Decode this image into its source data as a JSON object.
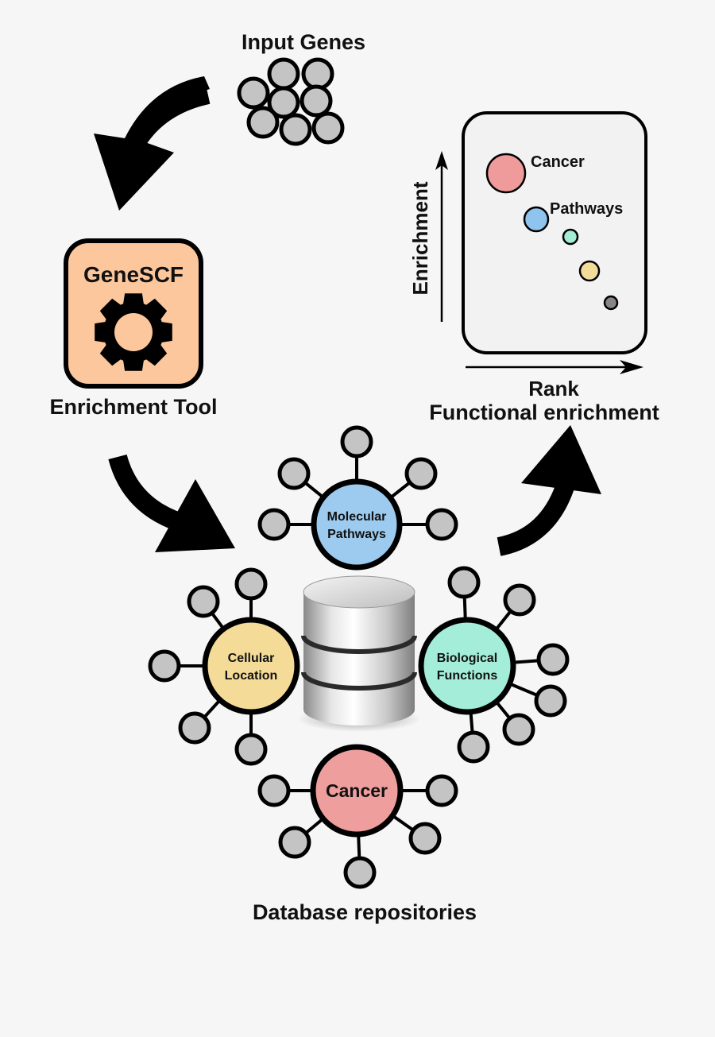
{
  "input": {
    "title": "Input Genes"
  },
  "tool": {
    "name": "GeneSCF",
    "caption": "Enrichment Tool"
  },
  "plot": {
    "ylabel": "Enrichment",
    "xlabel": "Rank",
    "caption": "Functional enrichment",
    "points": [
      {
        "label": "Cancer",
        "color": "#ef9b9b"
      },
      {
        "label": "Pathways",
        "color": "#8fc4ee"
      },
      {
        "label": "",
        "color": "#a3ecd6"
      },
      {
        "label": "",
        "color": "#f2dc9a"
      },
      {
        "label": "",
        "color": "#8a8585"
      }
    ]
  },
  "databases": {
    "caption": "Database repositories",
    "hubs": [
      {
        "name": "molecular-pathways",
        "line1": "Molecular",
        "line2": "Pathways",
        "color": "#9ccbef"
      },
      {
        "name": "cellular-location",
        "line1": "Cellular",
        "line2": "Location",
        "color": "#f4dc98"
      },
      {
        "name": "biological-functions",
        "line1": "Biological",
        "line2": "Functions",
        "color": "#a4edd8"
      },
      {
        "name": "cancer",
        "line1": "Cancer",
        "line2": "",
        "color": "#ef9e9e"
      }
    ]
  },
  "colors": {
    "gene_node": "#c4c4c4",
    "tool_fill": "#fcc79c",
    "panel_fill": "#f2f2f2"
  },
  "icons": [
    "gear-icon",
    "database-icon",
    "arrow-icon"
  ]
}
